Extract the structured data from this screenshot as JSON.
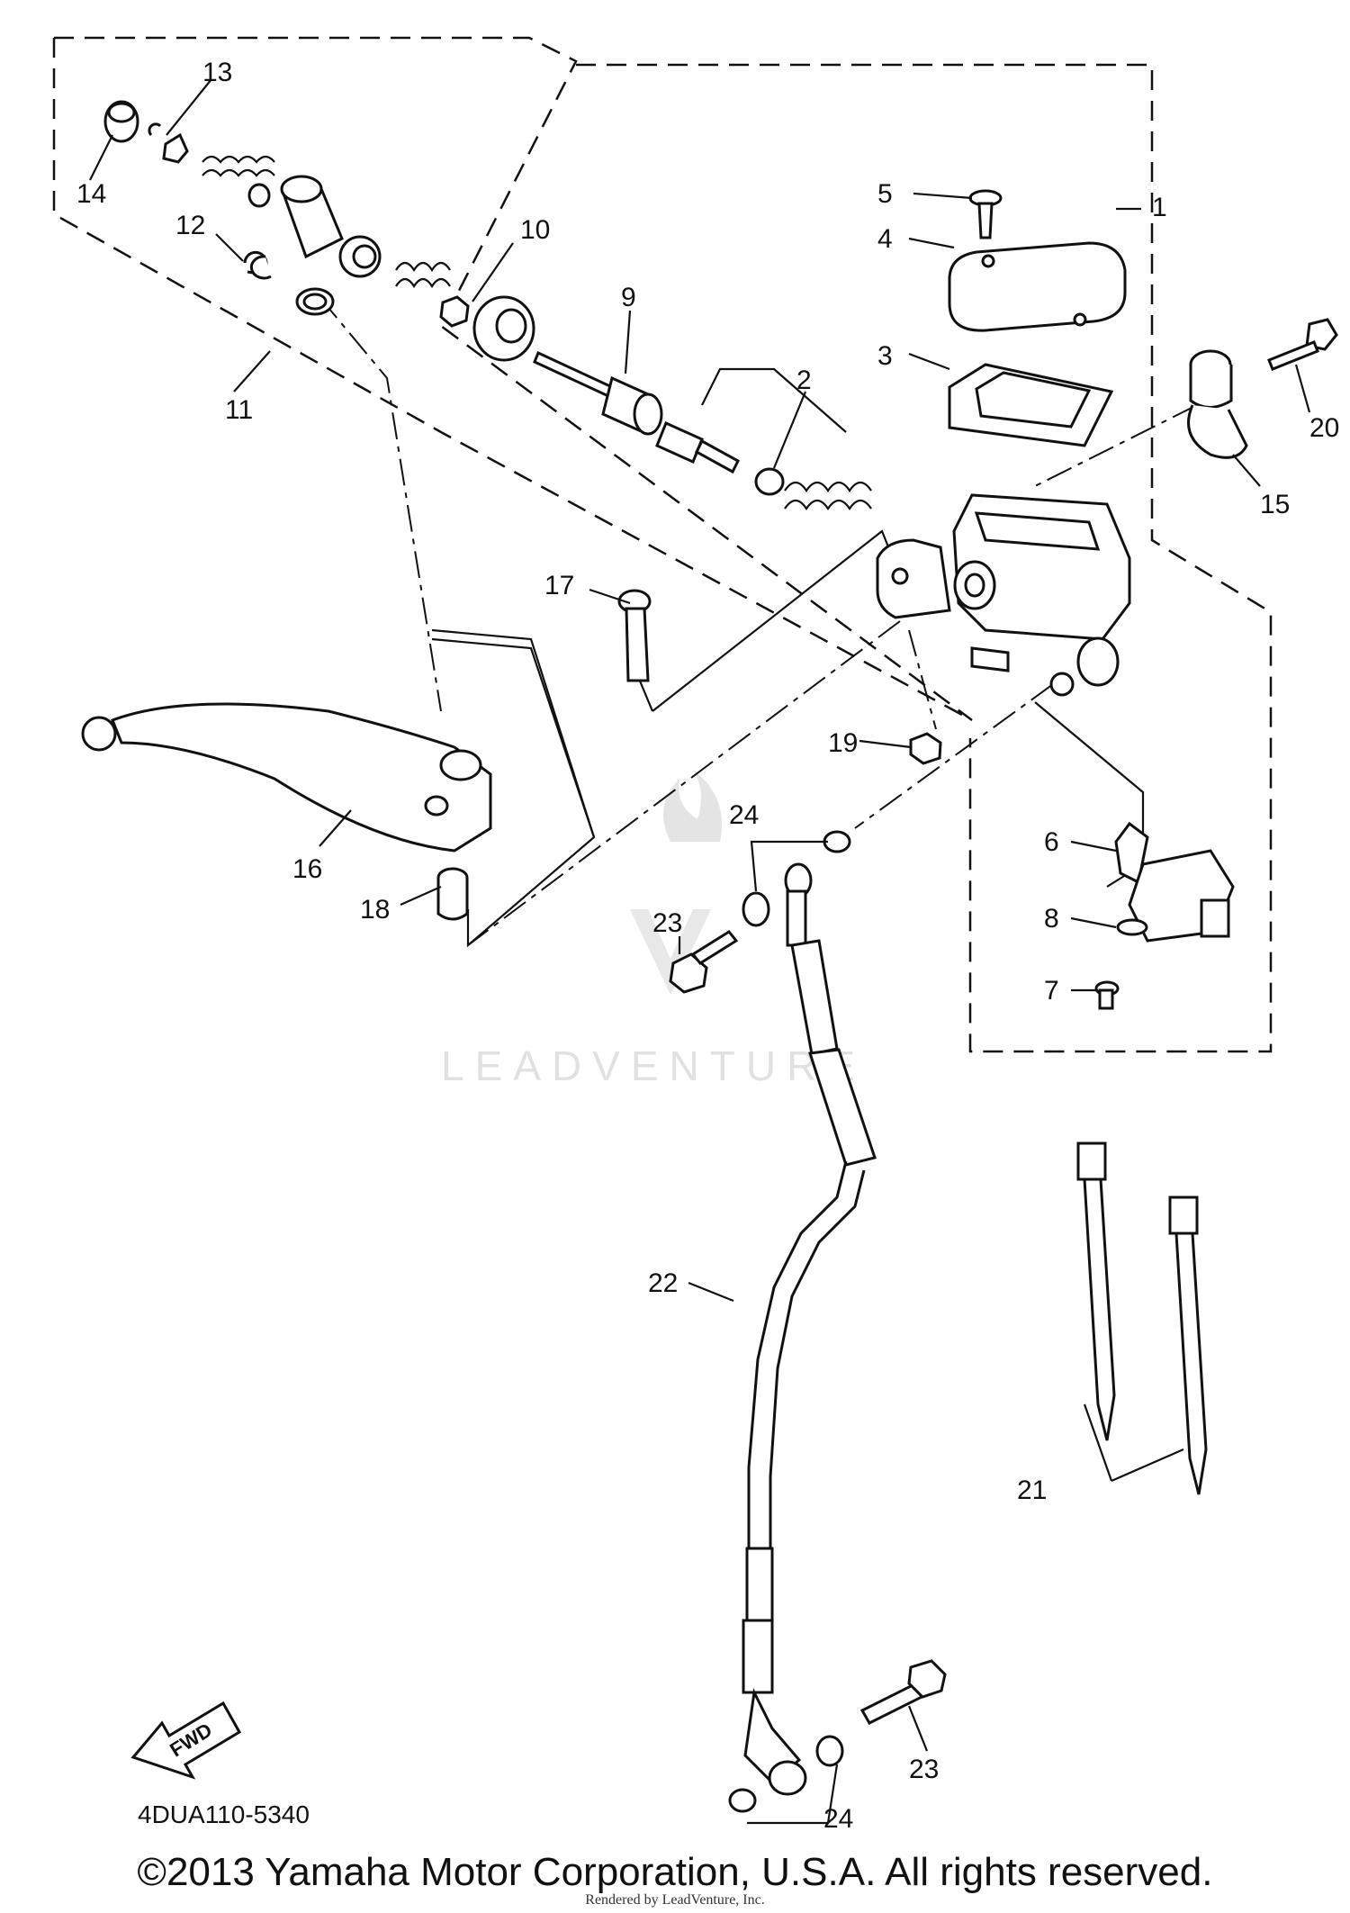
{
  "diagram": {
    "callouts": {
      "c1": "1",
      "c2": "2",
      "c3": "3",
      "c4": "4",
      "c5": "5",
      "c6": "6",
      "c7": "7",
      "c8": "8",
      "c9": "9",
      "c10": "10",
      "c11": "11",
      "c12": "12",
      "c13": "13",
      "c14": "14",
      "c15": "15",
      "c16": "16",
      "c17": "17",
      "c18": "18",
      "c19": "19",
      "c20": "20",
      "c21": "21",
      "c22": "22",
      "c23a": "23",
      "c23b": "23",
      "c24a": "24",
      "c24b": "24"
    },
    "fwd_label": "FWD",
    "diagram_code": "4DUA110-5340",
    "watermark": "LEADVENTURE"
  },
  "footer": {
    "copyright": "©2013 Yamaha Motor Corporation, U.S.A. All rights reserved.",
    "rendered_by": "Rendered by LeadVenture, Inc."
  }
}
